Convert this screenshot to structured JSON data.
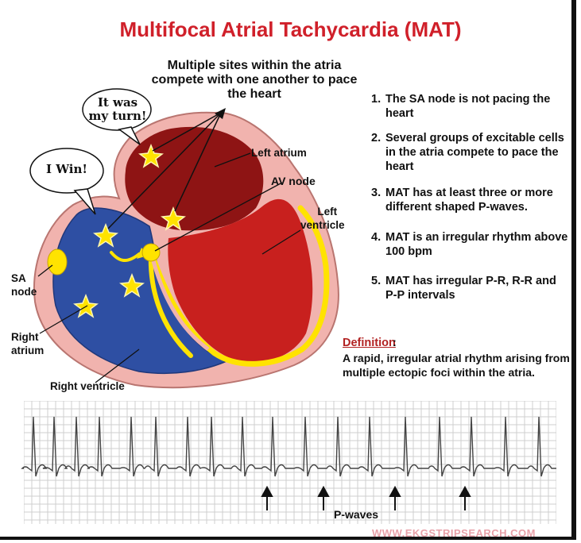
{
  "title": "Multifocal Atrial Tachycardia (MAT)",
  "caption": "Multiple sites within the atria compete with one another to pace the heart",
  "bubbles": {
    "my_turn": [
      "It was",
      "my turn!"
    ],
    "win": "I Win!"
  },
  "heart_labels": {
    "left_atrium": "Left atrium",
    "av_node": "AV node",
    "left_ventricle": [
      "Left",
      "ventricle"
    ],
    "sa_node": [
      "SA",
      "node"
    ],
    "right_atrium": [
      "Right",
      "atrium"
    ],
    "right_ventricle": "Right ventricle"
  },
  "points": [
    {
      "num": "1.",
      "text": "The SA node is not pacing the heart"
    },
    {
      "num": "2.",
      "text": "Several groups of excitable cells in the atria compete to pace the heart"
    },
    {
      "num": "3.",
      "text": "MAT has at least three or more different shaped P-waves."
    },
    {
      "num": "4.",
      "text": "MAT is an irregular rhythm above 100 bpm"
    },
    {
      "num": "5.",
      "text": "MAT has irregular P-R, R-R and P-P intervals"
    }
  ],
  "definition": {
    "label": "Definition",
    "colon": ":",
    "text": "A rapid, irregular atrial rhythm arising from multiple ectopic foci within the atria."
  },
  "ecg": {
    "p_waves_label": "P-waves"
  },
  "watermark": "WWW.EKGSTRIPSEARCH.COM",
  "colors": {
    "title": "#d0202a",
    "right_heart_blue": "#2e4fa3",
    "left_heart_red": "#c8201e",
    "left_atrium_dark": "#8e1414",
    "heart_wall_pink": "#f1b3ae",
    "conduction_yellow": "#ffe300",
    "ecg_grid": "#cfcfcf",
    "watermark": "#e8a0a8"
  }
}
